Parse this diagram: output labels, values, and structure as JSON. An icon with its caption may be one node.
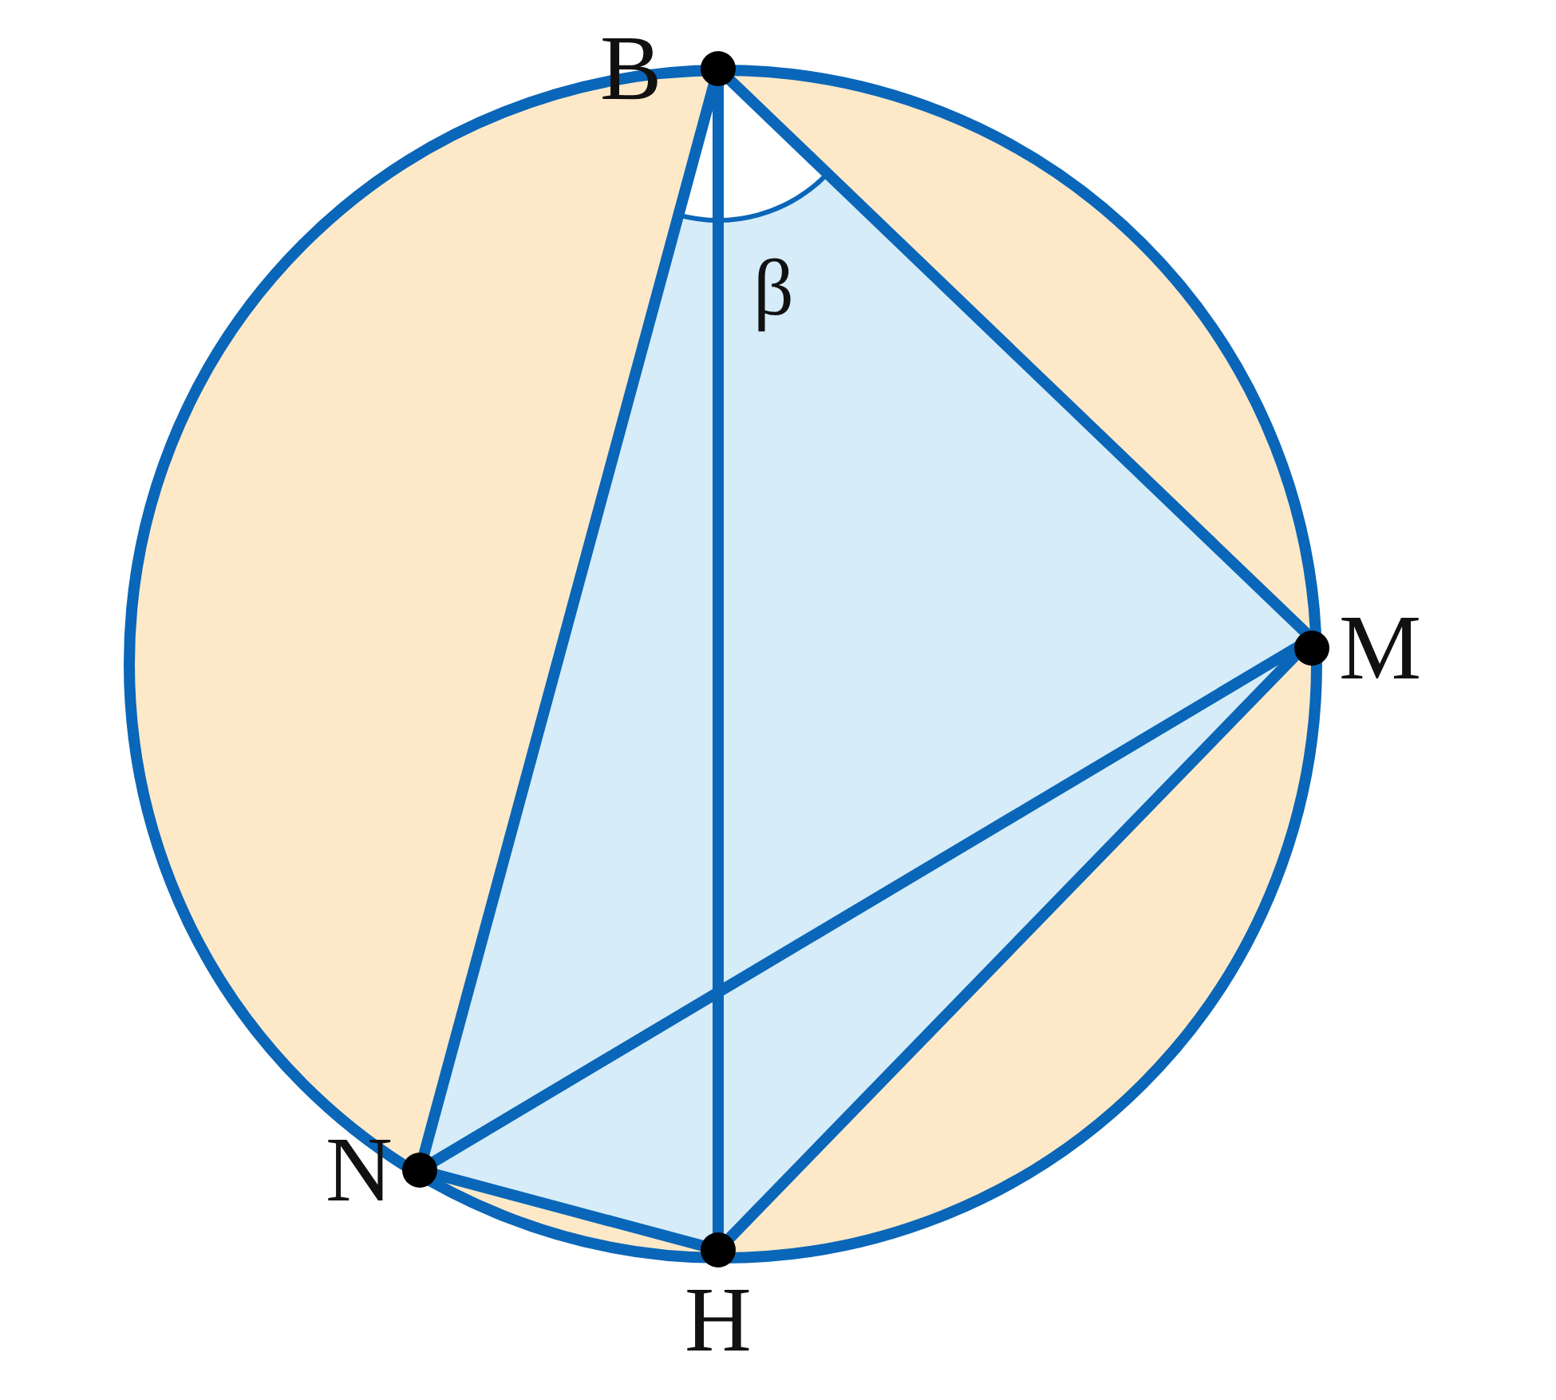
{
  "diagram": {
    "nodes": [
      {
        "text": [
          "B"
        ]
      },
      {
        "text": [
          "M"
        ]
      },
      {
        "text": [
          "N"
        ]
      },
      {
        "text": [
          "H"
        ]
      }
    ],
    "edges": [
      {
        "from": 0,
        "to": 1,
        "arrow": "none"
      },
      {
        "from": 0,
        "to": 2,
        "arrow": "none"
      },
      {
        "from": 0,
        "to": 3,
        "arrow": "none"
      },
      {
        "from": 2,
        "to": 1,
        "arrow": "none"
      },
      {
        "from": 1,
        "to": 3,
        "arrow": "none"
      },
      {
        "from": 2,
        "to": 3,
        "arrow": "none"
      }
    ],
    "labels": [
      "β"
    ]
  }
}
